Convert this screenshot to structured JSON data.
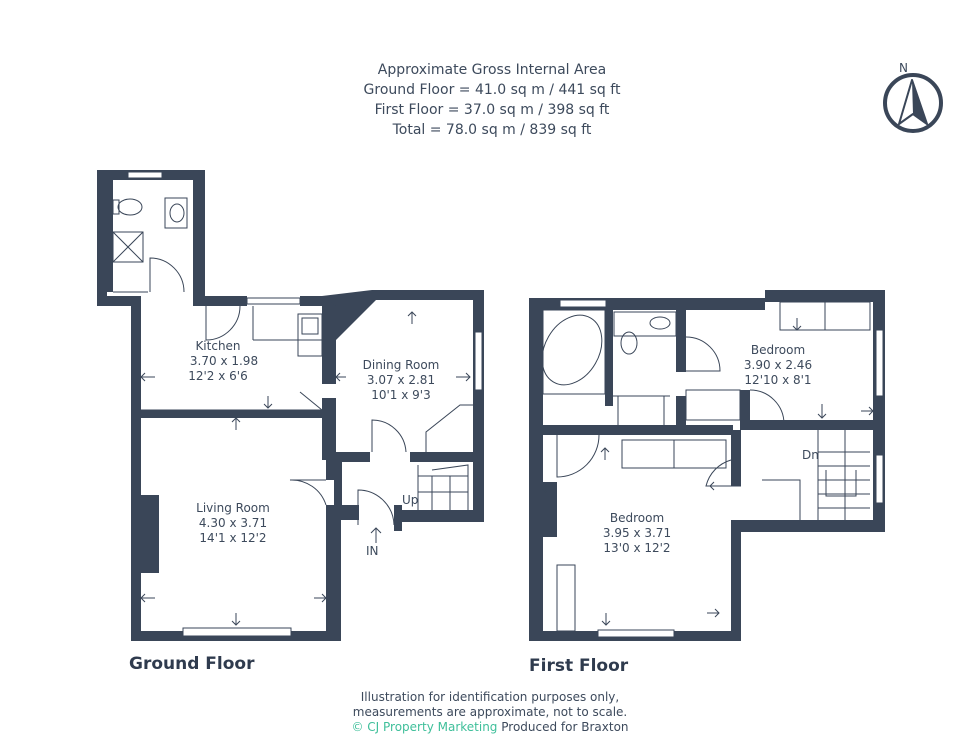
{
  "area": {
    "title": "Approximate Gross Internal Area",
    "ground": "Ground Floor = 41.0 sq m / 441 sq ft",
    "first": "First Floor = 37.0 sq m / 398 sq ft",
    "total": "Total = 78.0 sq m / 839 sq ft"
  },
  "compass": {
    "label": "N"
  },
  "rooms": {
    "kitchen": {
      "name": "Kitchen",
      "metric": "3.70 x 1.98",
      "imperial": "12'2 x 6'6"
    },
    "dining": {
      "name": "Dining Room",
      "metric": "3.07 x 2.81",
      "imperial": "10'1 x 9'3"
    },
    "living": {
      "name": "Living Room",
      "metric": "4.30 x 3.71",
      "imperial": "14'1 x 12'2"
    },
    "bedroom1": {
      "name": "Bedroom",
      "metric": "3.90 x 2.46",
      "imperial": "12'10 x 8'1"
    },
    "bedroom2": {
      "name": "Bedroom",
      "metric": "3.95 x 3.71",
      "imperial": "13'0 x 12'2"
    }
  },
  "stairs": {
    "up": "Up",
    "down": "Dn"
  },
  "entrance": "IN",
  "floors": {
    "ground": "Ground Floor",
    "first": "First Floor"
  },
  "footer": {
    "line1": "Illustration for identification purposes only,",
    "line2": "measurements are approximate, not to scale.",
    "brand": "© CJ Property Marketing",
    "produced": "Produced for Braxton"
  },
  "colors": {
    "walls": "#3a4658",
    "text": "#3d4a5c",
    "brand": "#3fbf9a"
  }
}
